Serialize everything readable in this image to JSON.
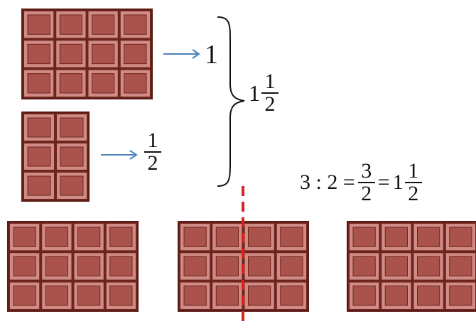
{
  "palette": {
    "frame": "#5a1a14",
    "chocolate": "#a9534c",
    "chocolate_light": "#cf8b84",
    "chocolate_dark": "#6e241e",
    "arrow": "#4f81bd",
    "cut_line": "#e0201a"
  },
  "bars": [
    {
      "name": "whole-bar-top",
      "cols": 4,
      "rows": 3
    },
    {
      "name": "half-bar",
      "cols": 2,
      "rows": 3
    },
    {
      "name": "bottom-bar-1",
      "cols": 4,
      "rows": 3
    },
    {
      "name": "bottom-bar-2",
      "cols": 4,
      "rows": 3
    },
    {
      "name": "bottom-bar-3",
      "cols": 4,
      "rows": 3
    }
  ],
  "labels": {
    "whole": "1",
    "half": {
      "num": "1",
      "den": "2"
    },
    "total": {
      "whole": "1",
      "num": "1",
      "den": "2"
    }
  },
  "equation": {
    "lhs": "3 : 2 =",
    "frac": {
      "num": "3",
      "den": "2"
    },
    "eq2": "=",
    "mixed_whole": "1",
    "mixed": {
      "num": "1",
      "den": "2"
    }
  }
}
